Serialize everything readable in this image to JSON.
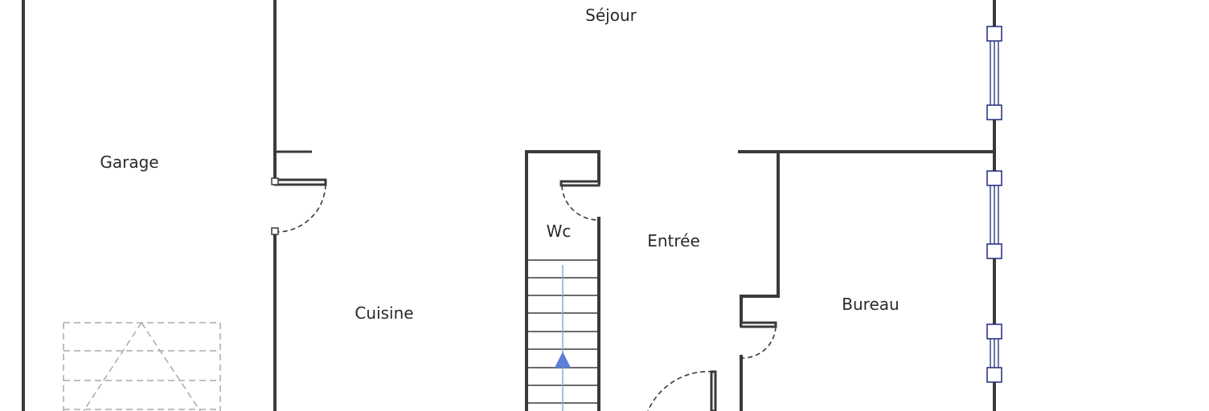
{
  "rooms": {
    "sejour": "Séjour",
    "garage": "Garage",
    "wc": "Wc",
    "entree": "Entrée",
    "cuisine": "Cuisine",
    "bureau": "Bureau"
  },
  "colors": {
    "wall": "#3a3a3a",
    "window": "#1e2a78",
    "stair_arrow": "#5b7fd6",
    "vehicle_outline": "#aaaaaa"
  }
}
